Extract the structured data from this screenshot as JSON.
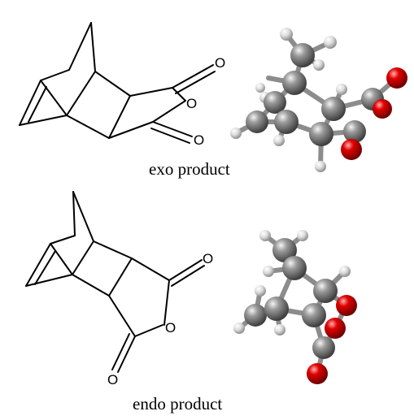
{
  "figure": {
    "exo": {
      "caption": "exo product",
      "atom_labels": [
        "O",
        "O",
        "O"
      ]
    },
    "endo": {
      "caption": "endo product",
      "atom_labels": [
        "O",
        "O",
        "O"
      ]
    }
  },
  "colors": {
    "carbon": "#7a7a7a",
    "hydrogen": "#d8d8d8",
    "oxygen": "#d40000",
    "bond": "#000000",
    "stick": "#8c8c8c"
  }
}
